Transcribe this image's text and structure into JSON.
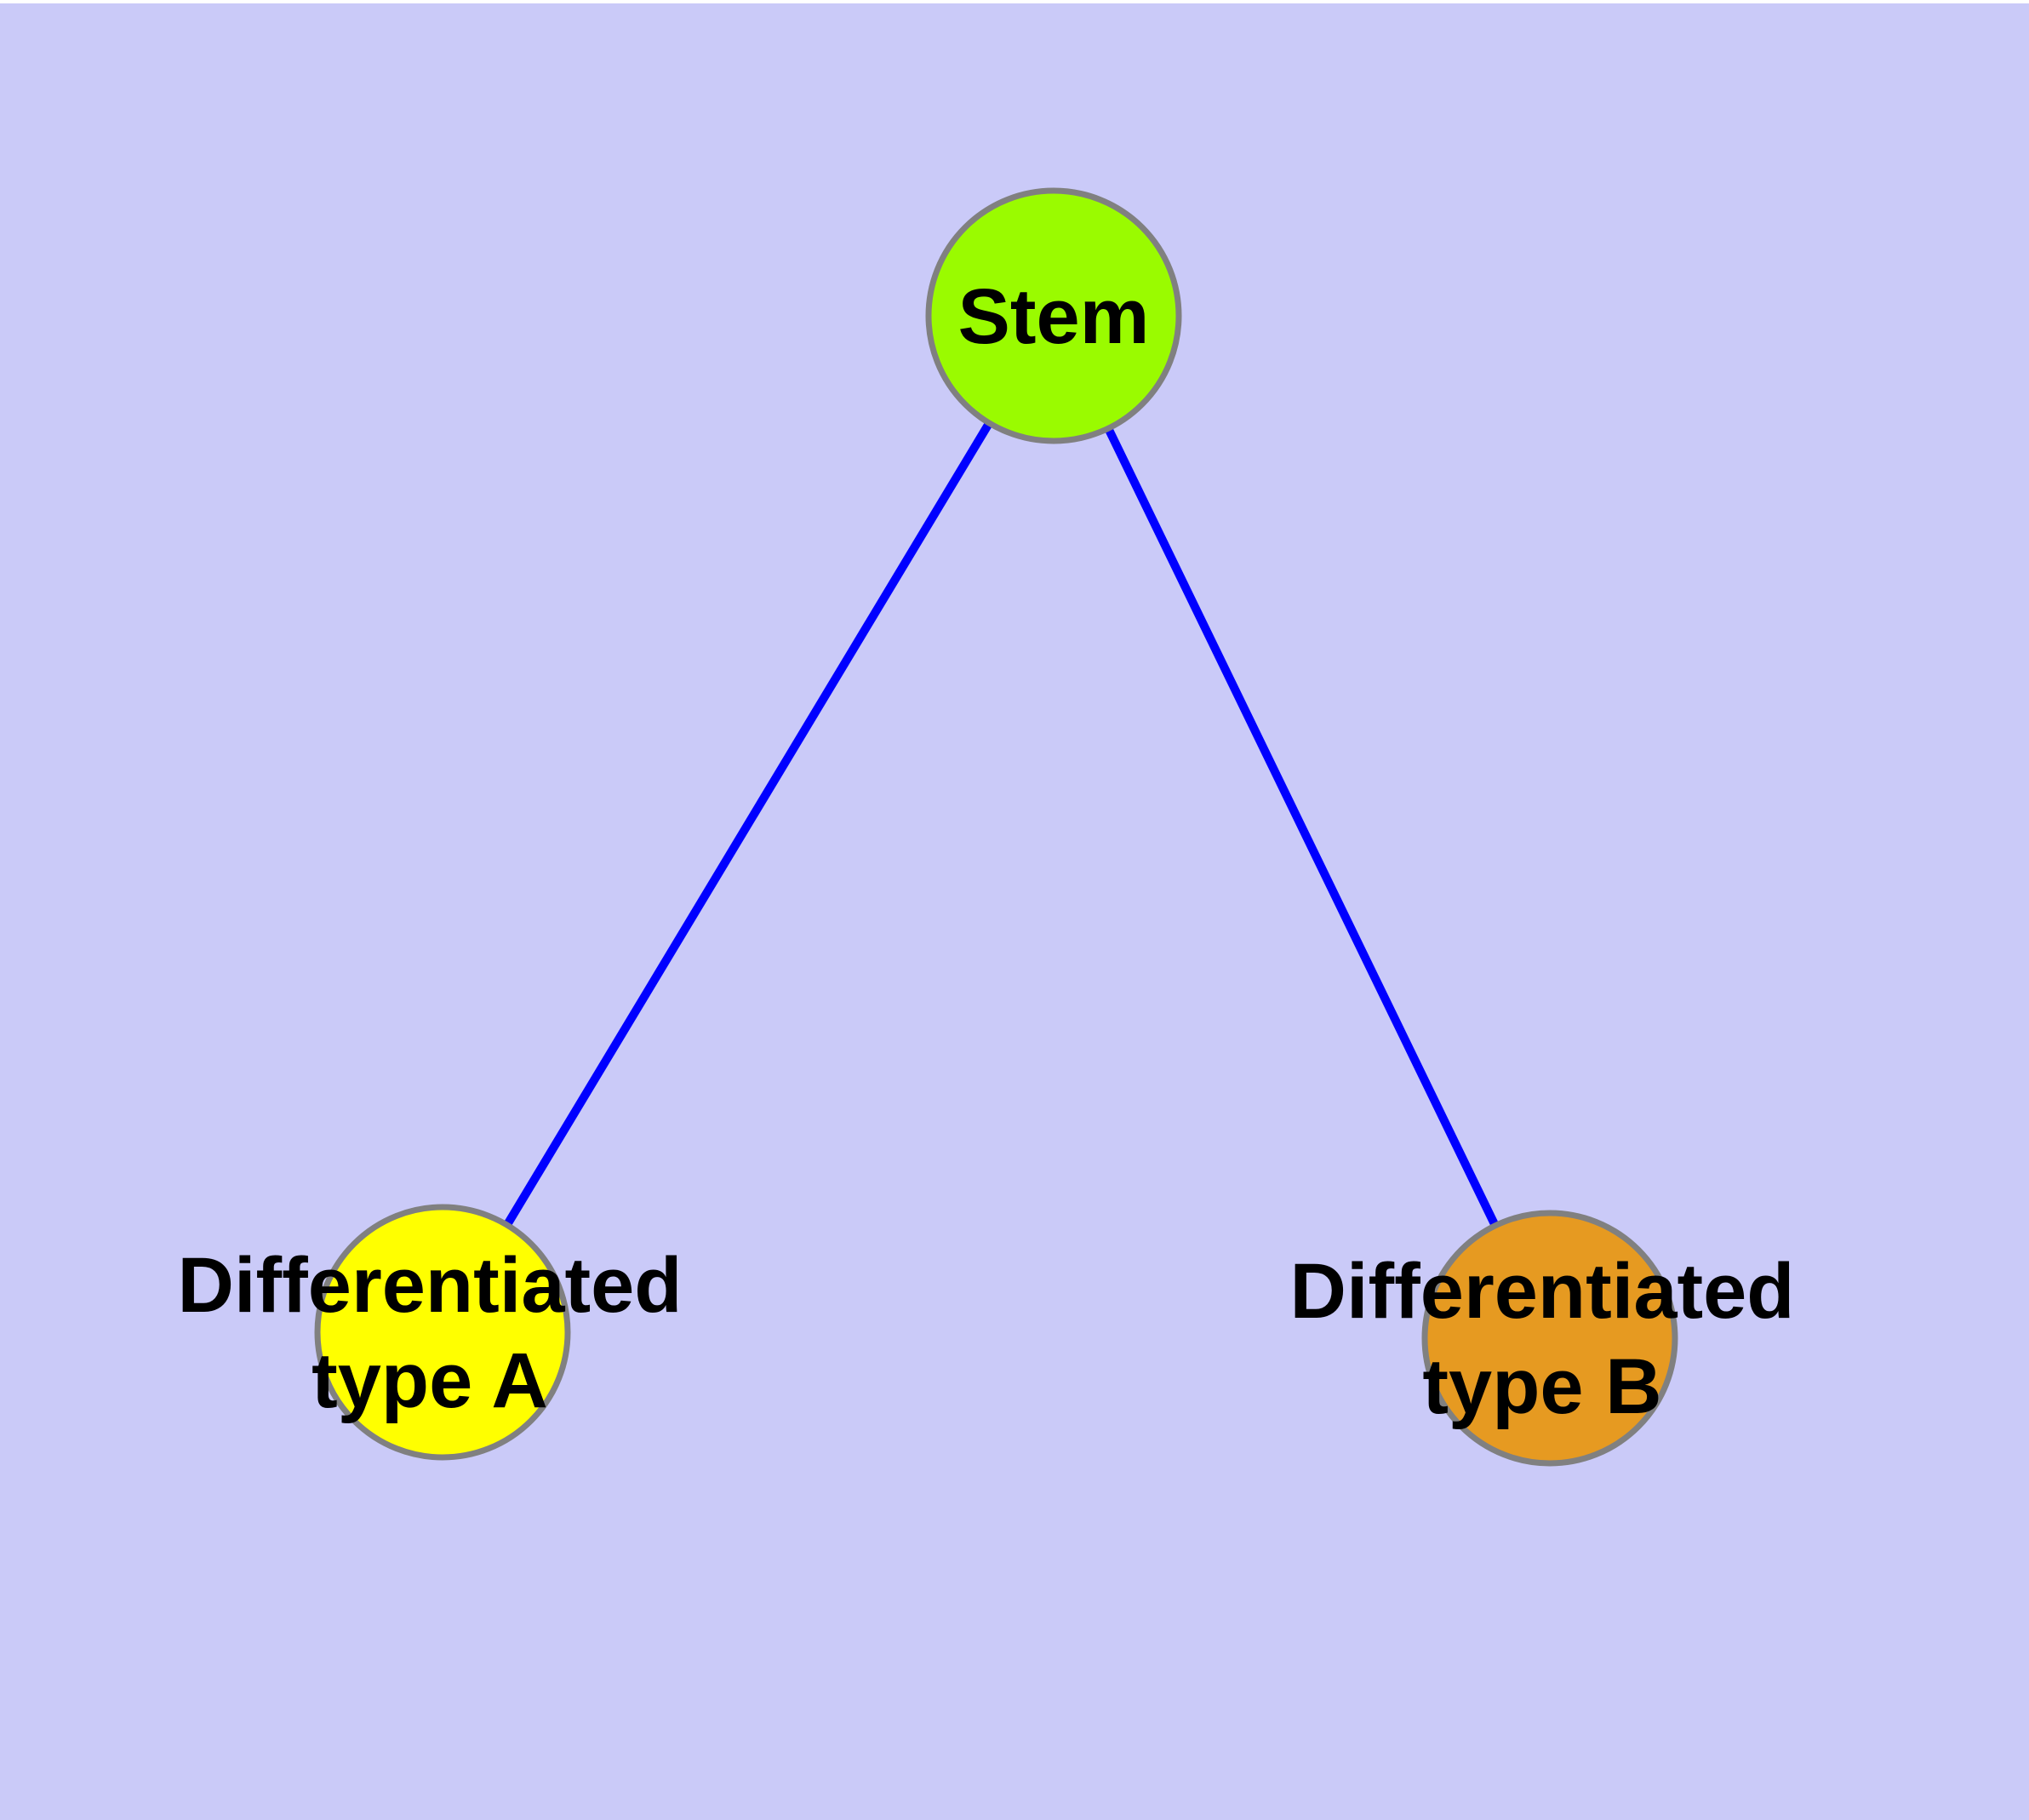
{
  "diagram": {
    "type": "graph",
    "title": "",
    "background_color": "#CACAF8",
    "top_margin_color": "#FFFFFF",
    "edge_color": "#0000FF",
    "node_border_color": "#808080",
    "label_color": "#000000",
    "nodes": {
      "stem": {
        "label": "Stem",
        "fill": "#9AFB00"
      },
      "type_a": {
        "label": "Differentiated type A",
        "label_line1": "Differentiated",
        "label_line2": "type A",
        "fill": "#FFFF00"
      },
      "type_b": {
        "label": "Differentiated type B",
        "label_line1": "Differentiated",
        "label_line2": "type B",
        "fill": "#E69A21"
      }
    },
    "edges": [
      {
        "from": "Stem",
        "to": "Differentiated type A"
      },
      {
        "from": "Stem",
        "to": "Differentiated type B"
      }
    ]
  }
}
